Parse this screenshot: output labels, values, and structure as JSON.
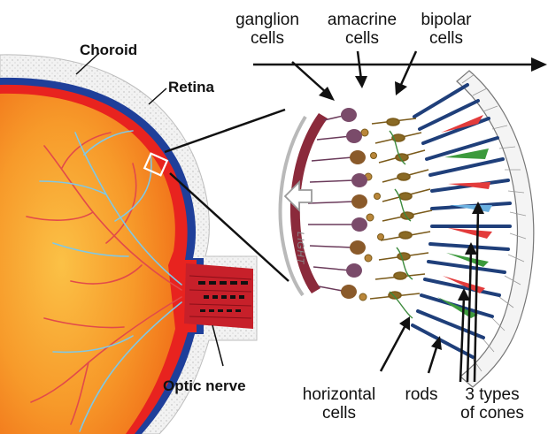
{
  "labels": {
    "choroid": "Choroid",
    "retina": "Retina",
    "optic_nerve": "Optic nerve",
    "ganglion": [
      "ganglion",
      "cells"
    ],
    "amacrine": [
      "amacrine",
      "cells"
    ],
    "bipolar": [
      "bipolar",
      "cells"
    ],
    "horizontal": [
      "horizontal",
      "cells"
    ],
    "rods": "rods",
    "cones": [
      "3 types",
      "of cones"
    ],
    "light": "LIGHT"
  },
  "colors": {
    "eye_interior": "#f07a1a",
    "eye_interior_light": "#f9b03a",
    "retina_band": "#e8231f",
    "choroid_band": "#1f3f9a",
    "sclera": "#e9e9e9",
    "artery": "#e24a4a",
    "vein": "#7fc8e6",
    "rod": "#1f3f7a",
    "cone_red": "#e33b3b",
    "cone_green": "#3c9a3c",
    "cone_blue": "#6ab0e0",
    "ganglion_cell": "#7a4b6a"
  },
  "icons": {
    "light_arrow": "light-arrow-icon"
  }
}
